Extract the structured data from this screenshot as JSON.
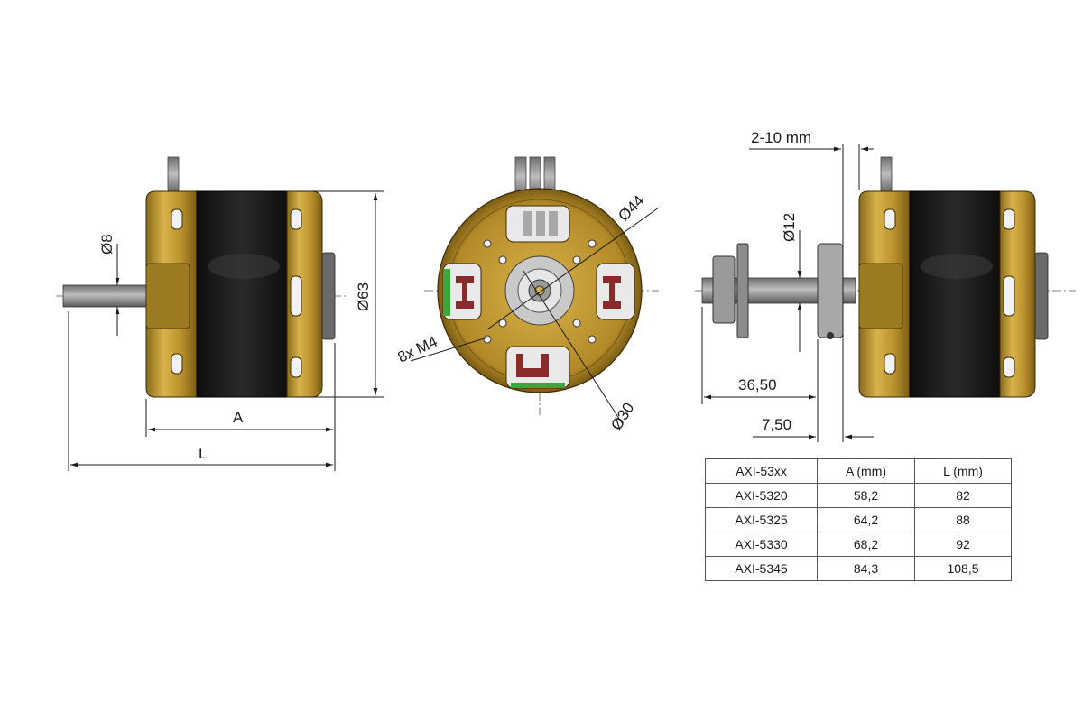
{
  "left_view": {
    "shaft_diameter_label": "Ø8",
    "outer_diameter_label": "Ø63",
    "a_label": "A",
    "l_label": "L"
  },
  "front_view": {
    "outer_bolt_circle_label": "Ø44",
    "inner_bolt_circle_label": "Ø30",
    "mount_holes_label": "8x M4"
  },
  "right_view": {
    "shaft_diameter_label": "Ø12",
    "adjust_range_label": "2-10 mm",
    "shaft_length_label": "36,50",
    "collar_length_label": "7,50"
  },
  "colors": {
    "gold": "#c9a23a",
    "gold_dark": "#8a6a1a",
    "body_black": "#141414",
    "steel": "#8c8c8c",
    "winding_green": "#3aa83a",
    "winding_red": "#8a2a2a"
  },
  "spec_table": {
    "headers": [
      "AXI-53xx",
      "A (mm)",
      "L (mm)"
    ],
    "rows": [
      [
        "AXI-5320",
        "58,2",
        "82"
      ],
      [
        "AXI-5325",
        "64,2",
        "88"
      ],
      [
        "AXI-5330",
        "68,2",
        "92"
      ],
      [
        "AXI-5345",
        "84,3",
        "108,5"
      ]
    ]
  }
}
